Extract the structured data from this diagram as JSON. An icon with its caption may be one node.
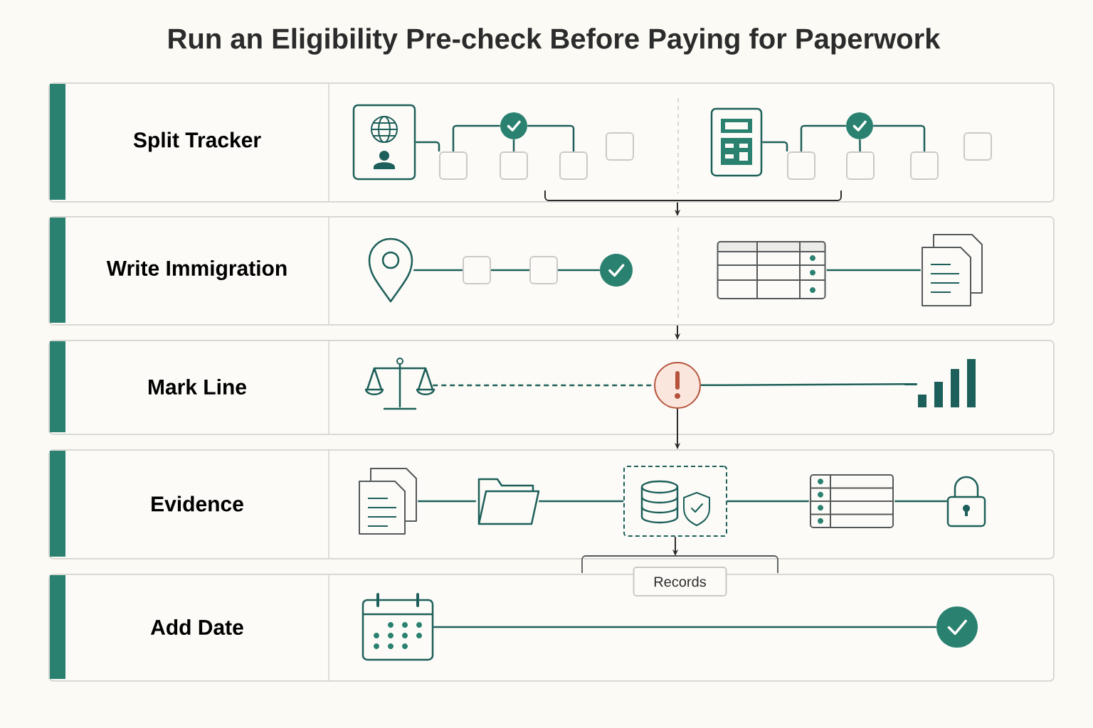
{
  "diagram": {
    "title": "Run an Eligibility Pre-check Before Paying for Paperwork",
    "nodes": [
      {
        "text": [
          "Split Tracker"
        ]
      },
      {
        "text": [
          "Write Immigration"
        ]
      },
      {
        "text": [
          "Mark Line"
        ]
      },
      {
        "text": [
          "Evidence"
        ]
      },
      {
        "text": [
          "Add Date"
        ]
      },
      {
        "text": [],
        "shape": "passport",
        "in": 0
      },
      {
        "text": [],
        "shape": "box",
        "in": 0
      },
      {
        "text": [],
        "shape": "box",
        "in": 0
      },
      {
        "text": [],
        "shape": "box",
        "in": 0
      },
      {
        "text": [],
        "shape": "check",
        "in": 0
      },
      {
        "text": [],
        "shape": "box",
        "in": 0
      },
      {
        "text": [],
        "shape": "calculator",
        "in": 0
      },
      {
        "text": [],
        "shape": "box",
        "in": 0
      },
      {
        "text": [],
        "shape": "box",
        "in": 0
      },
      {
        "text": [],
        "shape": "box",
        "in": 0
      },
      {
        "text": [],
        "shape": "check",
        "in": 0
      },
      {
        "text": [],
        "shape": "box",
        "in": 0
      },
      {
        "text": [],
        "shape": "pin",
        "in": 1
      },
      {
        "text": [],
        "shape": "box",
        "in": 1
      },
      {
        "text": [],
        "shape": "box",
        "in": 1
      },
      {
        "text": [],
        "shape": "check",
        "in": 1
      },
      {
        "text": [],
        "shape": "table",
        "in": 1
      },
      {
        "text": [],
        "shape": "documents",
        "in": 1
      },
      {
        "text": [],
        "shape": "scales",
        "in": 2
      },
      {
        "text": [],
        "shape": "alert",
        "in": 2
      },
      {
        "text": [],
        "shape": "chart",
        "in": 2
      },
      {
        "text": [],
        "shape": "documents",
        "in": 3
      },
      {
        "text": [],
        "shape": "folder",
        "in": 3
      },
      {
        "text": [],
        "shape": "database",
        "in": 3
      },
      {
        "text": [],
        "shape": "list",
        "in": 3
      },
      {
        "text": [],
        "shape": "lock",
        "in": 3
      },
      {
        "text": [],
        "shape": "calendar",
        "in": 4
      },
      {
        "text": [],
        "shape": "check",
        "in": 4
      },
      {
        "text": [
          "Records"
        ]
      }
    ],
    "edges": [
      {
        "from": 5,
        "to": 6,
        "arrow": "none"
      },
      {
        "from": 9,
        "to": 6,
        "arrow": "none"
      },
      {
        "from": 9,
        "to": 7,
        "arrow": "none"
      },
      {
        "from": 9,
        "to": 8,
        "arrow": "none"
      },
      {
        "from": 11,
        "to": 12,
        "arrow": "none"
      },
      {
        "from": 15,
        "to": 12,
        "arrow": "none"
      },
      {
        "from": 15,
        "to": 13,
        "arrow": "none"
      },
      {
        "from": 15,
        "to": 14,
        "arrow": "none"
      },
      {
        "from": 0,
        "to": 1,
        "arrow": "to",
        "color": "#2b2b2b"
      },
      {
        "from": 17,
        "to": 18,
        "arrow": "none"
      },
      {
        "from": 18,
        "to": 19,
        "arrow": "none"
      },
      {
        "from": 19,
        "to": 20,
        "arrow": "none"
      },
      {
        "from": 21,
        "to": 22,
        "arrow": "none"
      },
      {
        "from": 1,
        "to": 2,
        "arrow": "to",
        "color": "#2b2b2b"
      },
      {
        "from": 23,
        "to": 24,
        "arrow": "none",
        "style": "dashed"
      },
      {
        "from": 24,
        "to": 25,
        "arrow": "none"
      },
      {
        "from": 24,
        "to": 3,
        "arrow": "to",
        "color": "#2b2b2b"
      },
      {
        "from": 26,
        "to": 27,
        "arrow": "none"
      },
      {
        "from": 27,
        "to": 28,
        "arrow": "none"
      },
      {
        "from": 28,
        "to": 29,
        "arrow": "none"
      },
      {
        "from": 29,
        "to": 30,
        "arrow": "none"
      },
      {
        "from": 28,
        "to": 33,
        "arrow": "to",
        "color": "#2b2b2b"
      },
      {
        "from": 31,
        "to": 32,
        "arrow": "none"
      }
    ]
  }
}
